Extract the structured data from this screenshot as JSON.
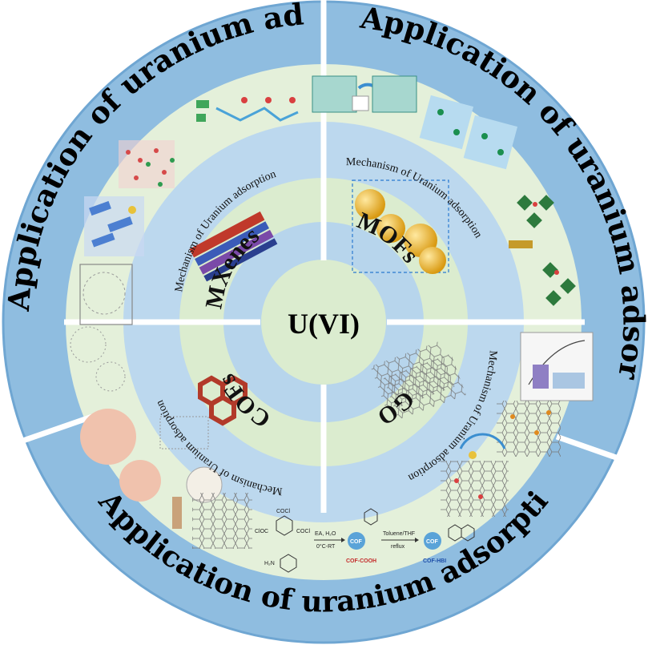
{
  "center": {
    "label": "U(VI)"
  },
  "materials": [
    {
      "name": "MXenes",
      "mechanism": "Mechanism of Uranium  adsorption",
      "application": "Application of uranium adsorption"
    },
    {
      "name": "MOFs",
      "mechanism": "Mechanism of Uranium  adsorption",
      "application": "Application of uranium adsorption"
    },
    {
      "name": "GO",
      "mechanism": "Mechanism of Uranium  adsorption",
      "application": "Application of uranium adsorption"
    },
    {
      "name": "COFs",
      "mechanism": "Mechanism of Uranium  adsorption",
      "application": "Application of uranium adsorption"
    }
  ],
  "scheme": {
    "reagent_top": "COCl",
    "reagent_left": "ClOC",
    "reagent_right": "COCl",
    "amine_label": "H₂N",
    "conditions_1": "EA, H₂O",
    "conditions_1b": "0°C-RT",
    "product_1": "COF-COOH",
    "conditions_2": "Toluene/THF",
    "conditions_2b": "reflux",
    "product_2": "COF-HBI",
    "cof_tag": "COF"
  },
  "colors": {
    "outer_ring": "#8fbde0",
    "outer_ring_edge": "#6fa6d2",
    "content_ring": "#e4f0da",
    "mech_ring": "#bcd8ee",
    "material_disc": "#dbeccf",
    "center_disc": "#b7d5ec",
    "divider": "#ffffff"
  }
}
